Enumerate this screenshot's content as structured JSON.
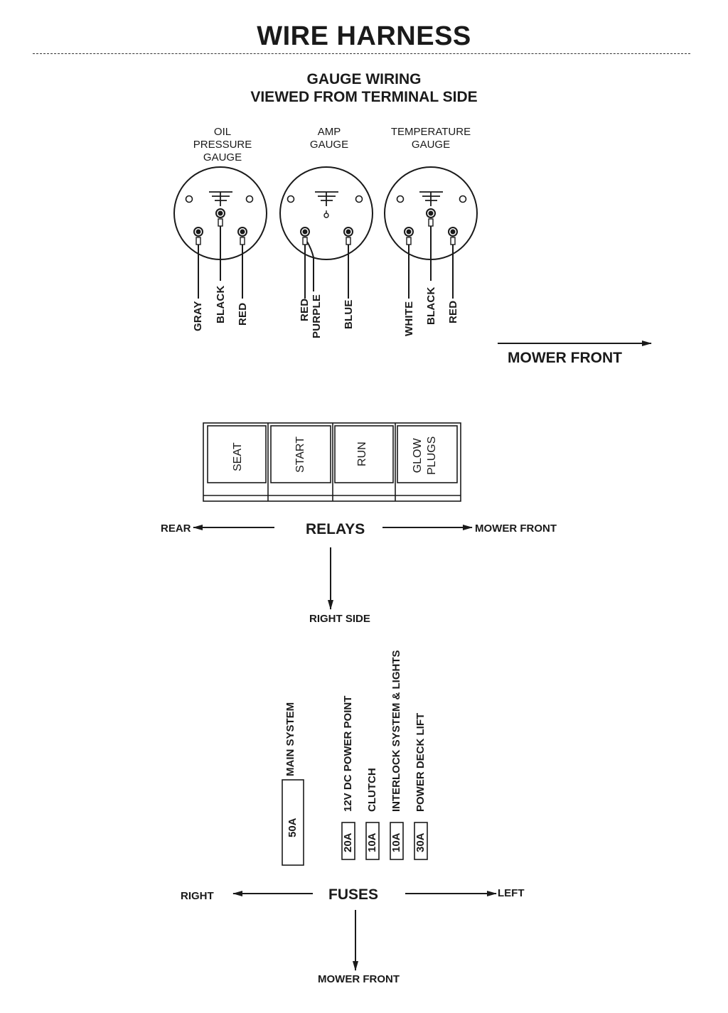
{
  "title": "WIRE HARNESS",
  "gauge_section": {
    "heading_line1": "GAUGE WIRING",
    "heading_line2": "VIEWED FROM TERMINAL SIDE",
    "gauges": [
      {
        "name_lines": [
          "OIL",
          "PRESSURE",
          "GAUGE"
        ],
        "wires": [
          "GRAY",
          "BLACK",
          "RED"
        ]
      },
      {
        "name_lines": [
          "AMP",
          "GAUGE"
        ],
        "wires": [
          "RED",
          "PURPLE",
          "BLUE"
        ]
      },
      {
        "name_lines": [
          "TEMPERATURE",
          "GAUGE"
        ],
        "wires": [
          "WHITE",
          "BLACK",
          "RED"
        ]
      }
    ],
    "mower_front": "MOWER FRONT"
  },
  "relay_section": {
    "relays": [
      "SEAT",
      "START",
      "RUN",
      "GLOW PLUGS"
    ],
    "glow_line1": "GLOW",
    "glow_line2": "PLUGS",
    "label": "RELAYS",
    "left": "REAR",
    "right": "MOWER FRONT",
    "down": "RIGHT SIDE"
  },
  "fuse_section": {
    "fuses": [
      {
        "amps": "50A",
        "name": "MAIN SYSTEM"
      },
      {
        "amps": "20A",
        "name": "12V DC POWER POINT"
      },
      {
        "amps": "10A",
        "name": "CLUTCH"
      },
      {
        "amps": "10A",
        "name": "INTERLOCK SYSTEM & LIGHTS"
      },
      {
        "amps": "30A",
        "name": "POWER DECK LIFT"
      }
    ],
    "label": "FUSES",
    "left": "RIGHT",
    "right": "LEFT",
    "down": "MOWER FRONT"
  }
}
